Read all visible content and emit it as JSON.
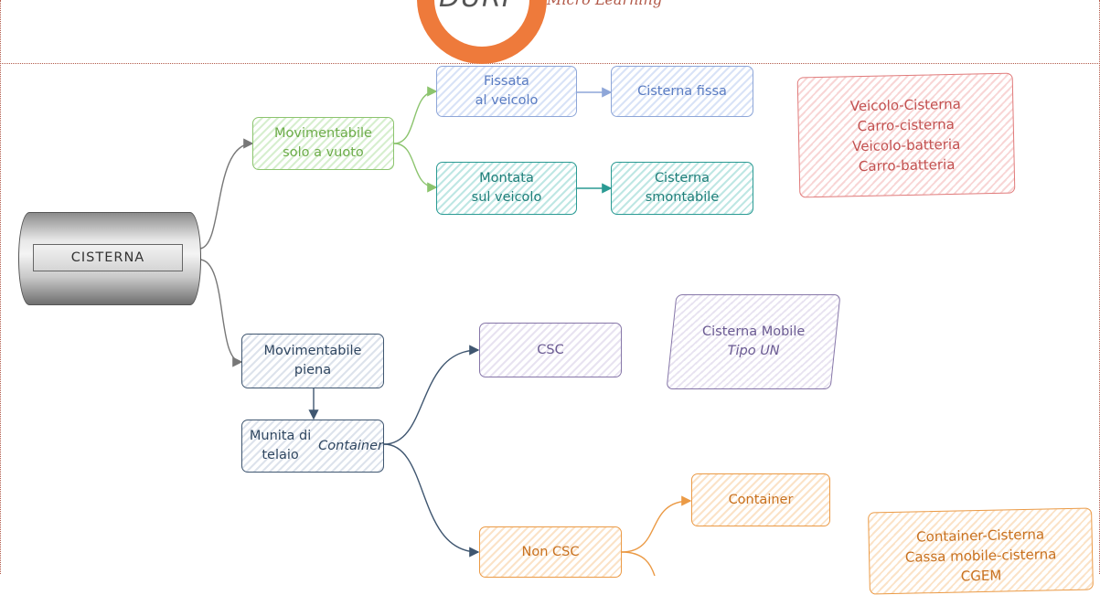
{
  "logo": {
    "text": "DURP",
    "subtitle": "Micro Learning"
  },
  "root": "CISTERNA",
  "nodes": {
    "movimentabile_vuoto": "Movimentabile\nsolo a vuoto",
    "fissata": "Fissata\nal veicolo",
    "cisterna_fissa": "Cisterna fissa",
    "montata": "Montata\nsul veicolo",
    "cisterna_smontabile": "Cisterna\nsmontabile",
    "note_red": "Veicolo-Cisterna\nCarro-cisterna\nVeicolo-batteria\nCarro-batteria",
    "movimentabile_piena": "Movimentabile\npiena",
    "munita": "Munita di telaio\nContainer",
    "csc": "CSC",
    "cisterna_mobile": "Cisterna Mobile\nTipo UN",
    "container": "Container",
    "non_csc": "Non CSC",
    "note_orange": "Container-Cisterna\nCassa mobile-cisterna\nCGEM"
  },
  "colors": {
    "green": "#6dac4a",
    "blue": "#5a7cc2",
    "teal": "#1f7e79",
    "red": "#c2504f",
    "navy": "#2f4660",
    "purple": "#6a5a92",
    "orange": "#c8711f",
    "logo": "#ee7a3b"
  }
}
